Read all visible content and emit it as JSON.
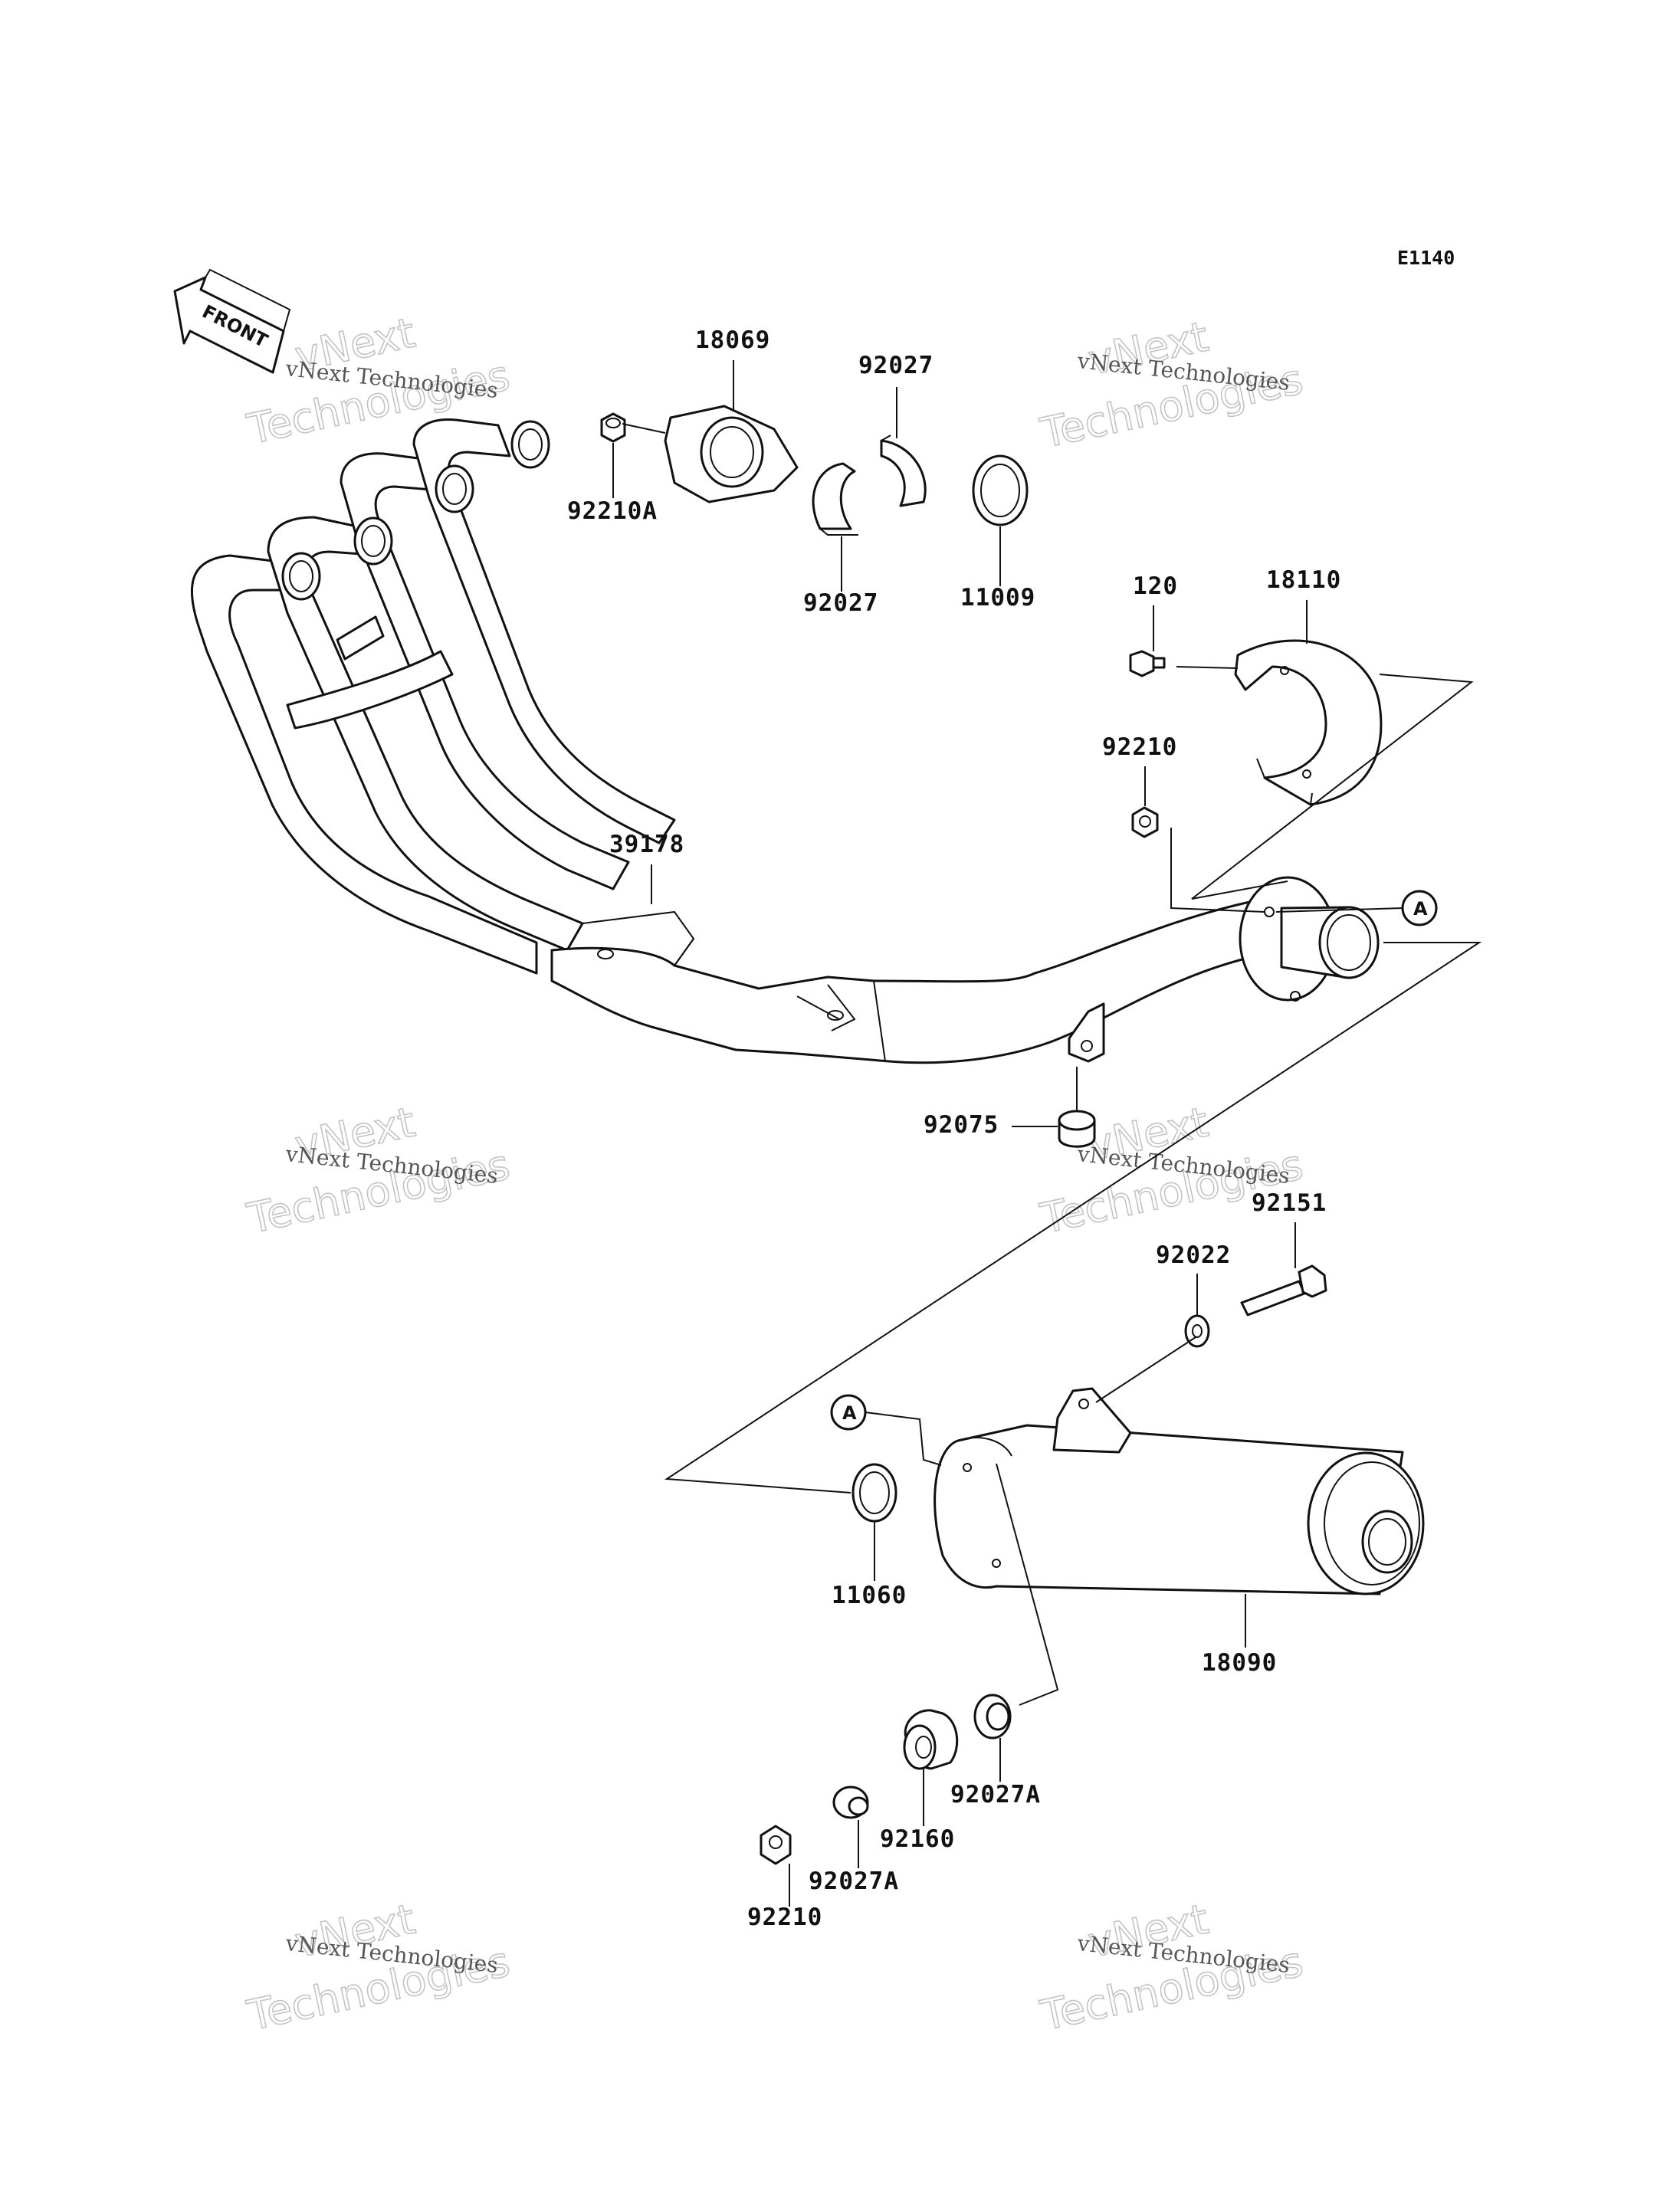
{
  "diagram_code": "E1140",
  "front_label": "FRONT",
  "callouts": [
    {
      "id": "18069",
      "text": "18069"
    },
    {
      "id": "92027-top",
      "text": "92027"
    },
    {
      "id": "92210A",
      "text": "92210A"
    },
    {
      "id": "92027-bottom",
      "text": "92027"
    },
    {
      "id": "11009",
      "text": "11009"
    },
    {
      "id": "120",
      "text": "120"
    },
    {
      "id": "18110",
      "text": "18110"
    },
    {
      "id": "92210-upper",
      "text": "92210"
    },
    {
      "id": "39178",
      "text": "39178"
    },
    {
      "id": "92075",
      "text": "92075"
    },
    {
      "id": "92151",
      "text": "92151"
    },
    {
      "id": "92022",
      "text": "92022"
    },
    {
      "id": "11060",
      "text": "11060"
    },
    {
      "id": "18090",
      "text": "18090"
    },
    {
      "id": "92027A-right",
      "text": "92027A"
    },
    {
      "id": "92160",
      "text": "92160"
    },
    {
      "id": "92027A-left",
      "text": "92027A"
    },
    {
      "id": "92210-lower",
      "text": "92210"
    }
  ],
  "connection_marker": "A",
  "watermark": {
    "company": "vNext Technologies",
    "word1": "vNext",
    "word2": "Technologies"
  }
}
